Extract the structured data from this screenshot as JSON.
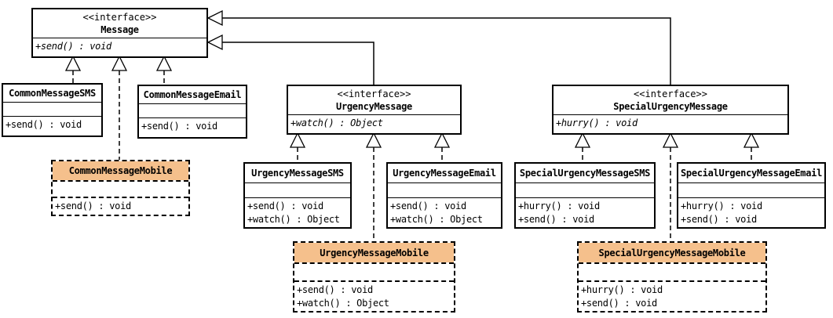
{
  "diagram": {
    "type": "uml-class-diagram",
    "colors": {
      "highlight_fill": "#F5C08C",
      "line": "#000000",
      "background": "#FFFFFF"
    },
    "nodes": {
      "message": {
        "stereotype": "<<interface>>",
        "name": "Message",
        "operations": [
          "+send() : void"
        ]
      },
      "commonMessageSMS": {
        "name": "CommonMessageSMS",
        "operations": [
          "+send() : void"
        ]
      },
      "commonMessageEmail": {
        "name": "CommonMessageEmail",
        "operations": [
          "+send() : void"
        ]
      },
      "commonMessageMobile": {
        "name": "CommonMessageMobile",
        "operations": [
          "+send() : void"
        ],
        "highlighted": true
      },
      "urgencyMessage": {
        "stereotype": "<<interface>>",
        "name": "UrgencyMessage",
        "operations": [
          "+watch() : Object"
        ]
      },
      "urgencyMessageSMS": {
        "name": "UrgencyMessageSMS",
        "operations": [
          "+send() : void",
          "+watch() : Object"
        ]
      },
      "urgencyMessageEmail": {
        "name": "UrgencyMessageEmail",
        "operations": [
          "+send() : void",
          "+watch() : Object"
        ]
      },
      "urgencyMessageMobile": {
        "name": "UrgencyMessageMobile",
        "operations": [
          "+send() : void",
          "+watch() : Object"
        ],
        "highlighted": true
      },
      "specialUrgencyMessage": {
        "stereotype": "<<interface>>",
        "name": "SpecialUrgencyMessage",
        "operations": [
          "+hurry() : void"
        ]
      },
      "specialUrgencyMessageSMS": {
        "name": "SpecialUrgencyMessageSMS",
        "operations": [
          "+hurry() : void",
          "+send() : void"
        ]
      },
      "specialUrgencyMessageEmail": {
        "name": "SpecialUrgencyMessageEmail",
        "operations": [
          "+hurry() : void",
          "+send() : void"
        ]
      },
      "specialUrgencyMessageMobile": {
        "name": "SpecialUrgencyMessageMobile",
        "operations": [
          "+hurry() : void",
          "+send() : void"
        ],
        "highlighted": true
      }
    },
    "relations": [
      {
        "from": "UrgencyMessage",
        "to": "Message",
        "type": "generalization"
      },
      {
        "from": "SpecialUrgencyMessage",
        "to": "Message",
        "type": "generalization"
      },
      {
        "from": "CommonMessageSMS",
        "to": "Message",
        "type": "realization"
      },
      {
        "from": "CommonMessageEmail",
        "to": "Message",
        "type": "realization"
      },
      {
        "from": "CommonMessageMobile",
        "to": "Message",
        "type": "realization"
      },
      {
        "from": "UrgencyMessageSMS",
        "to": "UrgencyMessage",
        "type": "realization"
      },
      {
        "from": "UrgencyMessageEmail",
        "to": "UrgencyMessage",
        "type": "realization"
      },
      {
        "from": "UrgencyMessageMobile",
        "to": "UrgencyMessage",
        "type": "realization"
      },
      {
        "from": "SpecialUrgencyMessageSMS",
        "to": "SpecialUrgencyMessage",
        "type": "realization"
      },
      {
        "from": "SpecialUrgencyMessageEmail",
        "to": "SpecialUrgencyMessage",
        "type": "realization"
      },
      {
        "from": "SpecialUrgencyMessageMobile",
        "to": "SpecialUrgencyMessage",
        "type": "realization"
      }
    ]
  }
}
